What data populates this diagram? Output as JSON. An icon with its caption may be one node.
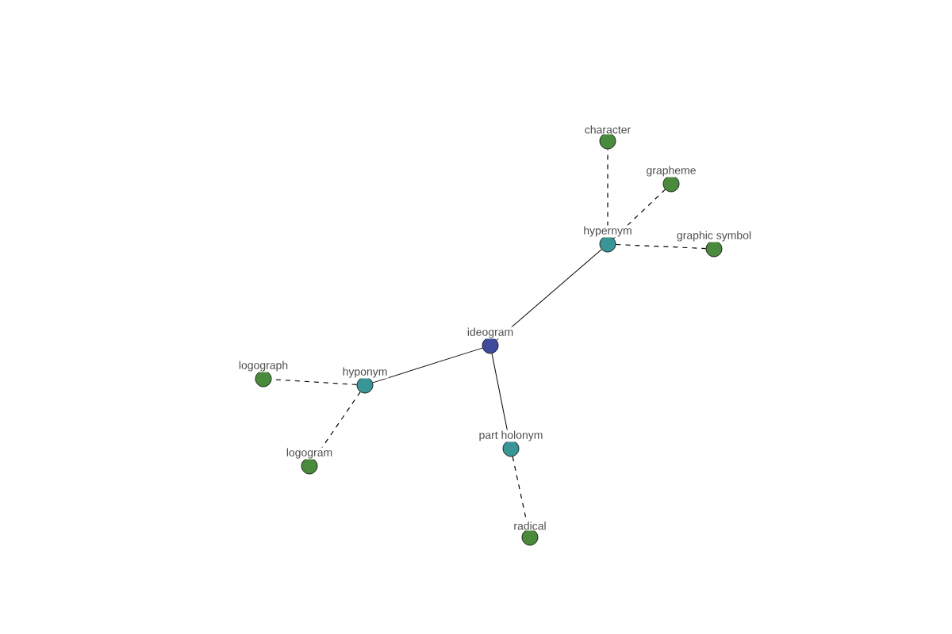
{
  "diagram": {
    "nodes": [
      {
        "text": [
          "ideogram"
        ]
      },
      {
        "text": [
          "hypernym"
        ]
      },
      {
        "text": [
          "character"
        ]
      },
      {
        "text": [
          "grapheme"
        ]
      },
      {
        "text": [
          "graphic symbol"
        ]
      },
      {
        "text": [
          "hyponym"
        ]
      },
      {
        "text": [
          "logograph"
        ]
      },
      {
        "text": [
          "logogram"
        ]
      },
      {
        "text": [
          "part holonym"
        ]
      },
      {
        "text": [
          "radical"
        ]
      }
    ],
    "edges": [
      {
        "from": 0,
        "to": 1,
        "arrow": "none"
      },
      {
        "from": 0,
        "to": 5,
        "arrow": "none"
      },
      {
        "from": 0,
        "to": 8,
        "arrow": "none"
      },
      {
        "from": 1,
        "to": 2,
        "arrow": "none",
        "style": "dashed"
      },
      {
        "from": 1,
        "to": 3,
        "arrow": "none",
        "style": "dashed"
      },
      {
        "from": 1,
        "to": 4,
        "arrow": "none",
        "style": "dashed"
      },
      {
        "from": 5,
        "to": 6,
        "arrow": "none",
        "style": "dashed"
      },
      {
        "from": 5,
        "to": 7,
        "arrow": "none",
        "style": "dashed"
      },
      {
        "from": 8,
        "to": 9,
        "arrow": "none",
        "style": "dashed"
      }
    ]
  }
}
